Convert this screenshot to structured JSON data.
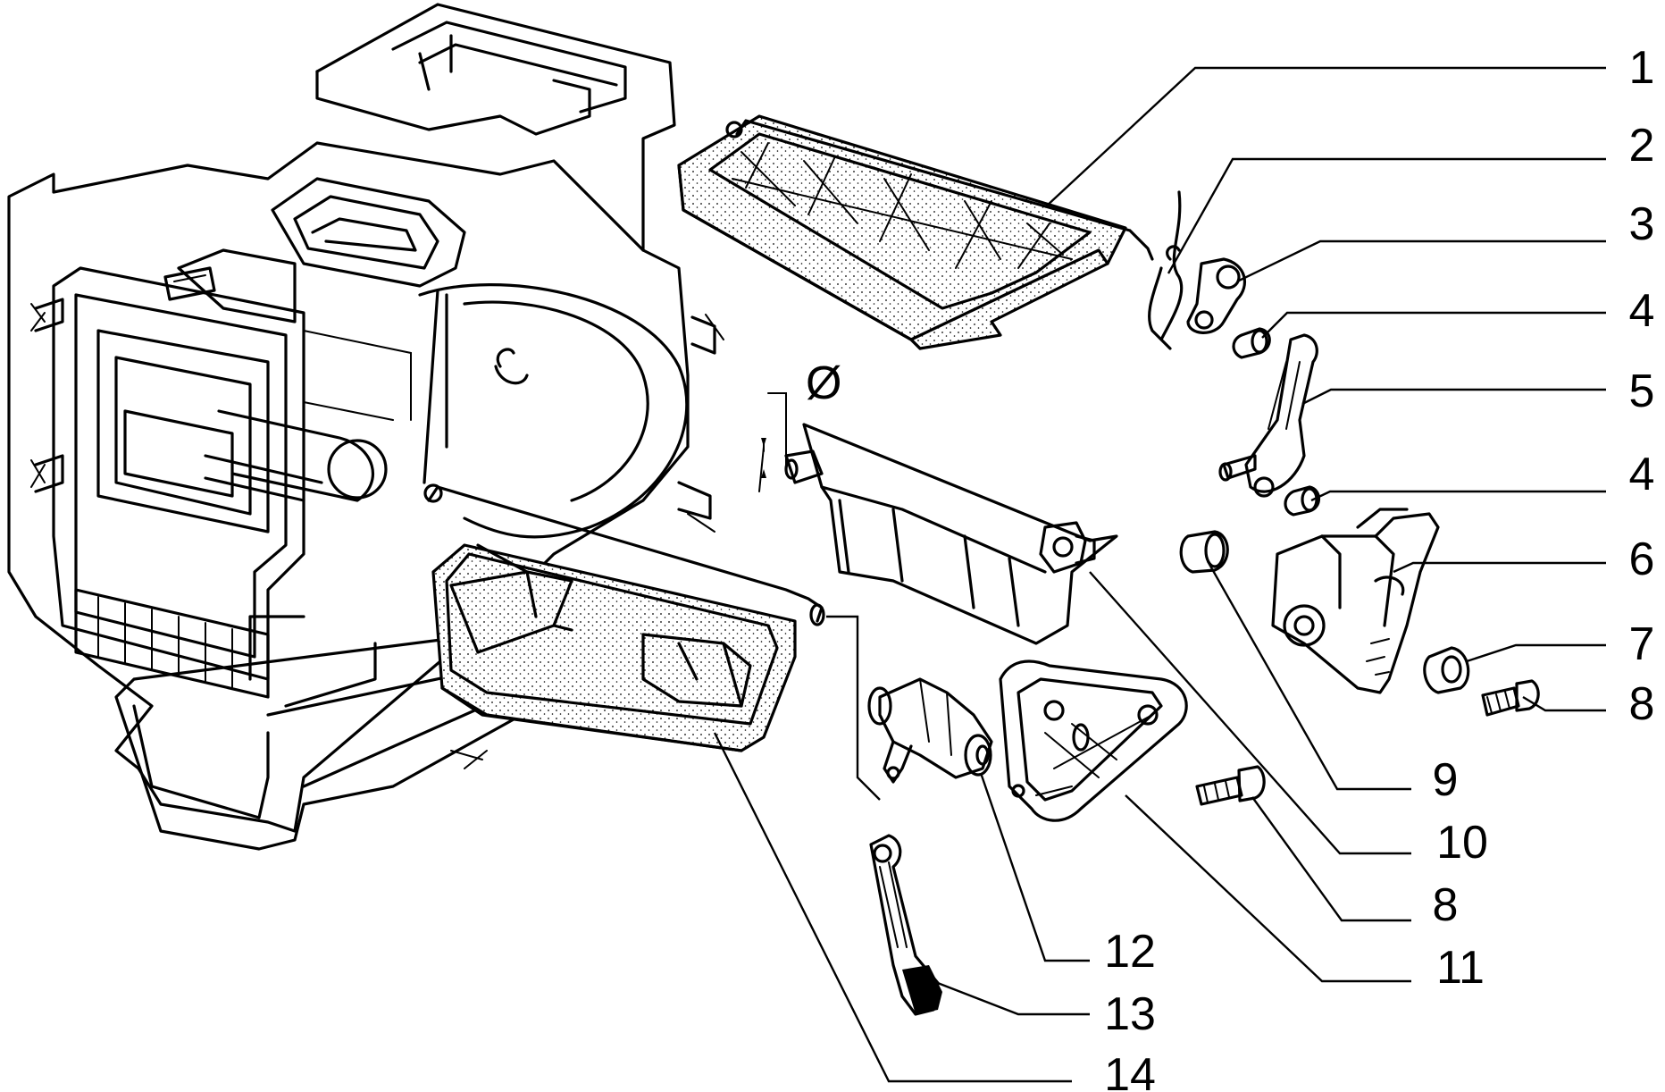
{
  "diagram": {
    "callouts": [
      "1",
      "2",
      "3",
      "4",
      "5",
      "4",
      "6",
      "7",
      "8",
      "9",
      "10",
      "8",
      "11",
      "12",
      "13",
      "14"
    ],
    "dimension_symbol": "Ø"
  },
  "colors": {
    "ink": "#000000",
    "paper": "#ffffff"
  }
}
